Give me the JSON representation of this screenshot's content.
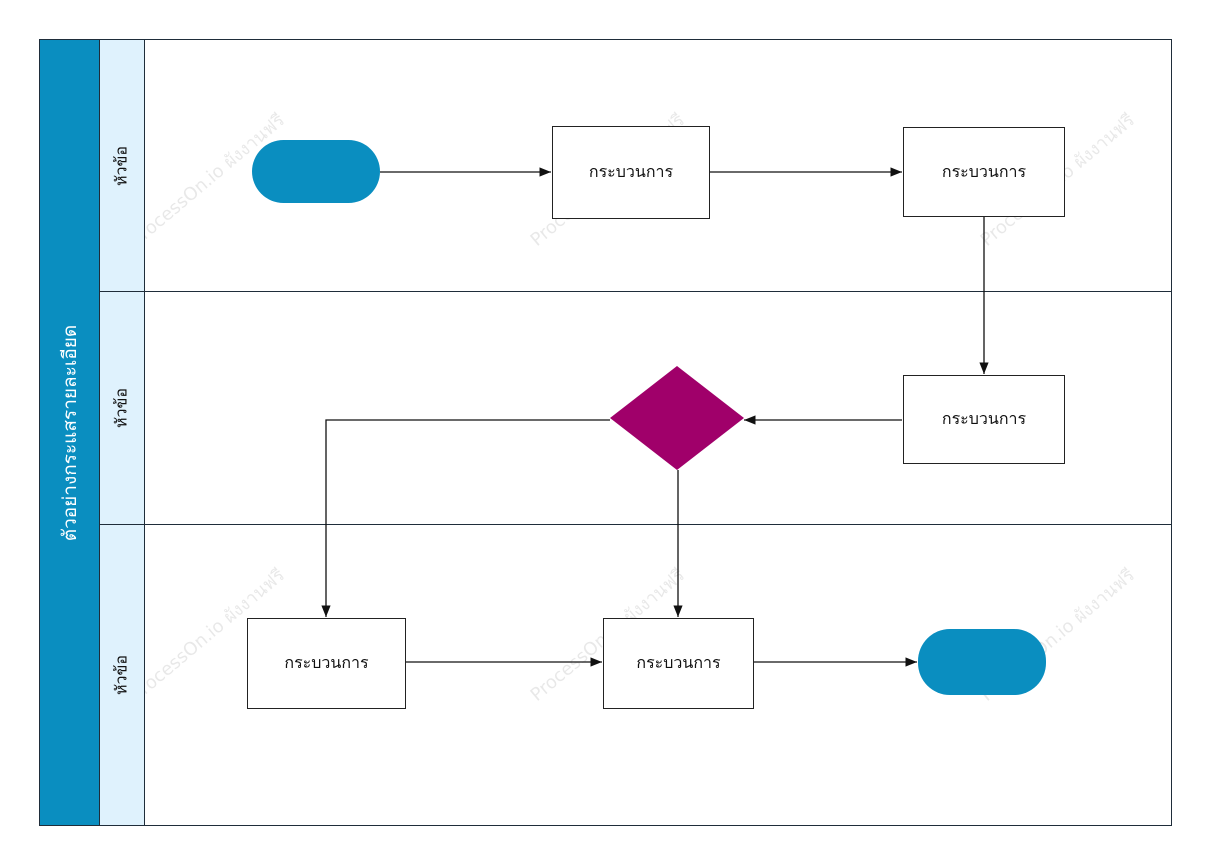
{
  "pool": {
    "title": "ตัวอย่างกระแสรายละเอียด",
    "header_color": "#0a8ec0"
  },
  "lanes": [
    {
      "title": "หัวข้อ"
    },
    {
      "title": "หัวข้อ"
    },
    {
      "title": "หัวข้อ"
    }
  ],
  "nodes": {
    "process_1": "กระบวนการ",
    "process_2": "กระบวนการ",
    "process_3": "กระบวนการ",
    "process_4": "กระบวนการ",
    "process_5": "กระบวนการ"
  },
  "colors": {
    "terminal": "#0a8ec0",
    "decision": "#a0006a",
    "lane_header": "#dff2fd"
  },
  "watermark": "ProcessOn.io ผังงานฟรี"
}
